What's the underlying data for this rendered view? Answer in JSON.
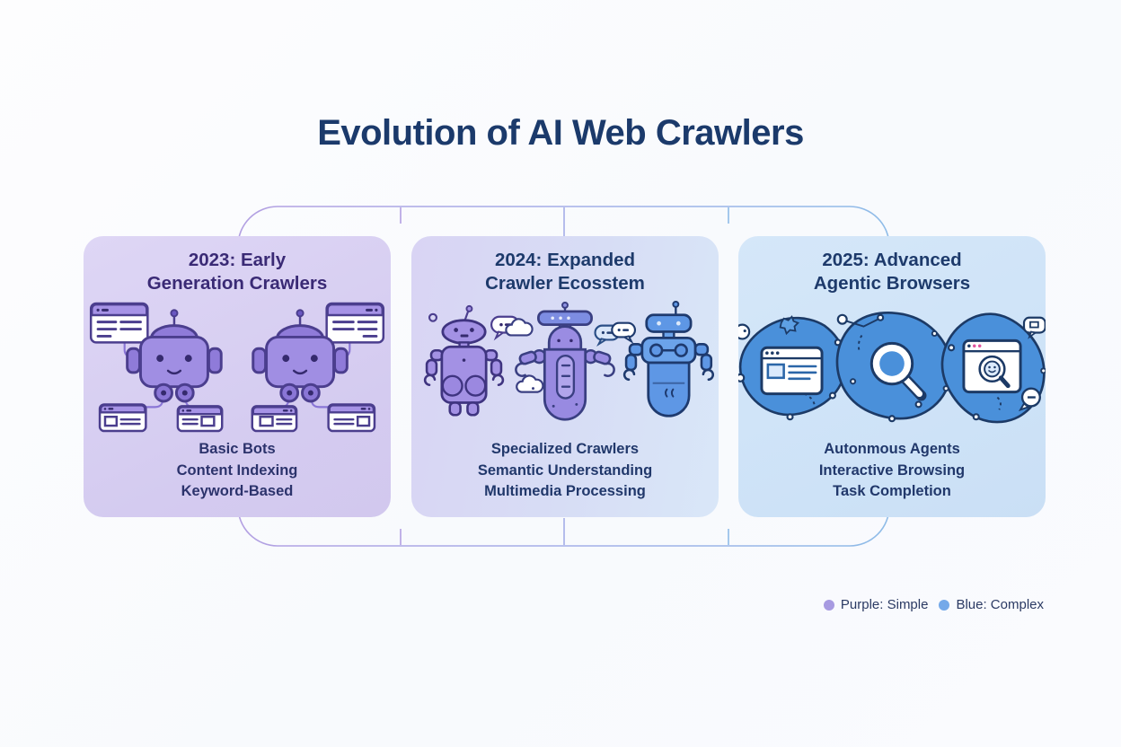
{
  "title": "Evolution of AI Web Crawlers",
  "panels": [
    {
      "id": "2023",
      "heading_line1": "2023: Early",
      "heading_line2": "Generation Crawlers",
      "features": [
        "Basic Bots",
        "Content Indexing",
        "Keyword-Based"
      ],
      "illustration": "two-crawler-bots-linked-to-webpages",
      "accent_color": "#a08ee3"
    },
    {
      "id": "2024",
      "heading_line1": "2024: Expanded",
      "heading_line2": "Crawler Ecosstem",
      "features": [
        "Specialized Crawlers",
        "Semantic Understanding",
        "Multimedia Processing"
      ],
      "illustration": "three-specialized-robots-with-speech-bubbles",
      "accent_color": "#8f92e2"
    },
    {
      "id": "2025",
      "heading_line1": "2025: Advanced",
      "heading_line2": "Agentic Browsers",
      "features": [
        "Autonmous Agents",
        "Interactive Browsing",
        "Task Completion"
      ],
      "illustration": "agentic-browser-blobs-window-magnifier-chat",
      "accent_color": "#4a90da"
    }
  ],
  "legend": {
    "items": [
      {
        "label": "Purple: Simple",
        "color": "#a79ae1"
      },
      {
        "label": "Blue: Complex",
        "color": "#74a9e9"
      }
    ]
  },
  "colors": {
    "title_text": "#1b3a6b",
    "panel1_heading": "#3a2a75",
    "panel23_heading": "#1d3a6b",
    "frame_left": "#b3a0e2",
    "frame_right": "#8fbce8"
  }
}
